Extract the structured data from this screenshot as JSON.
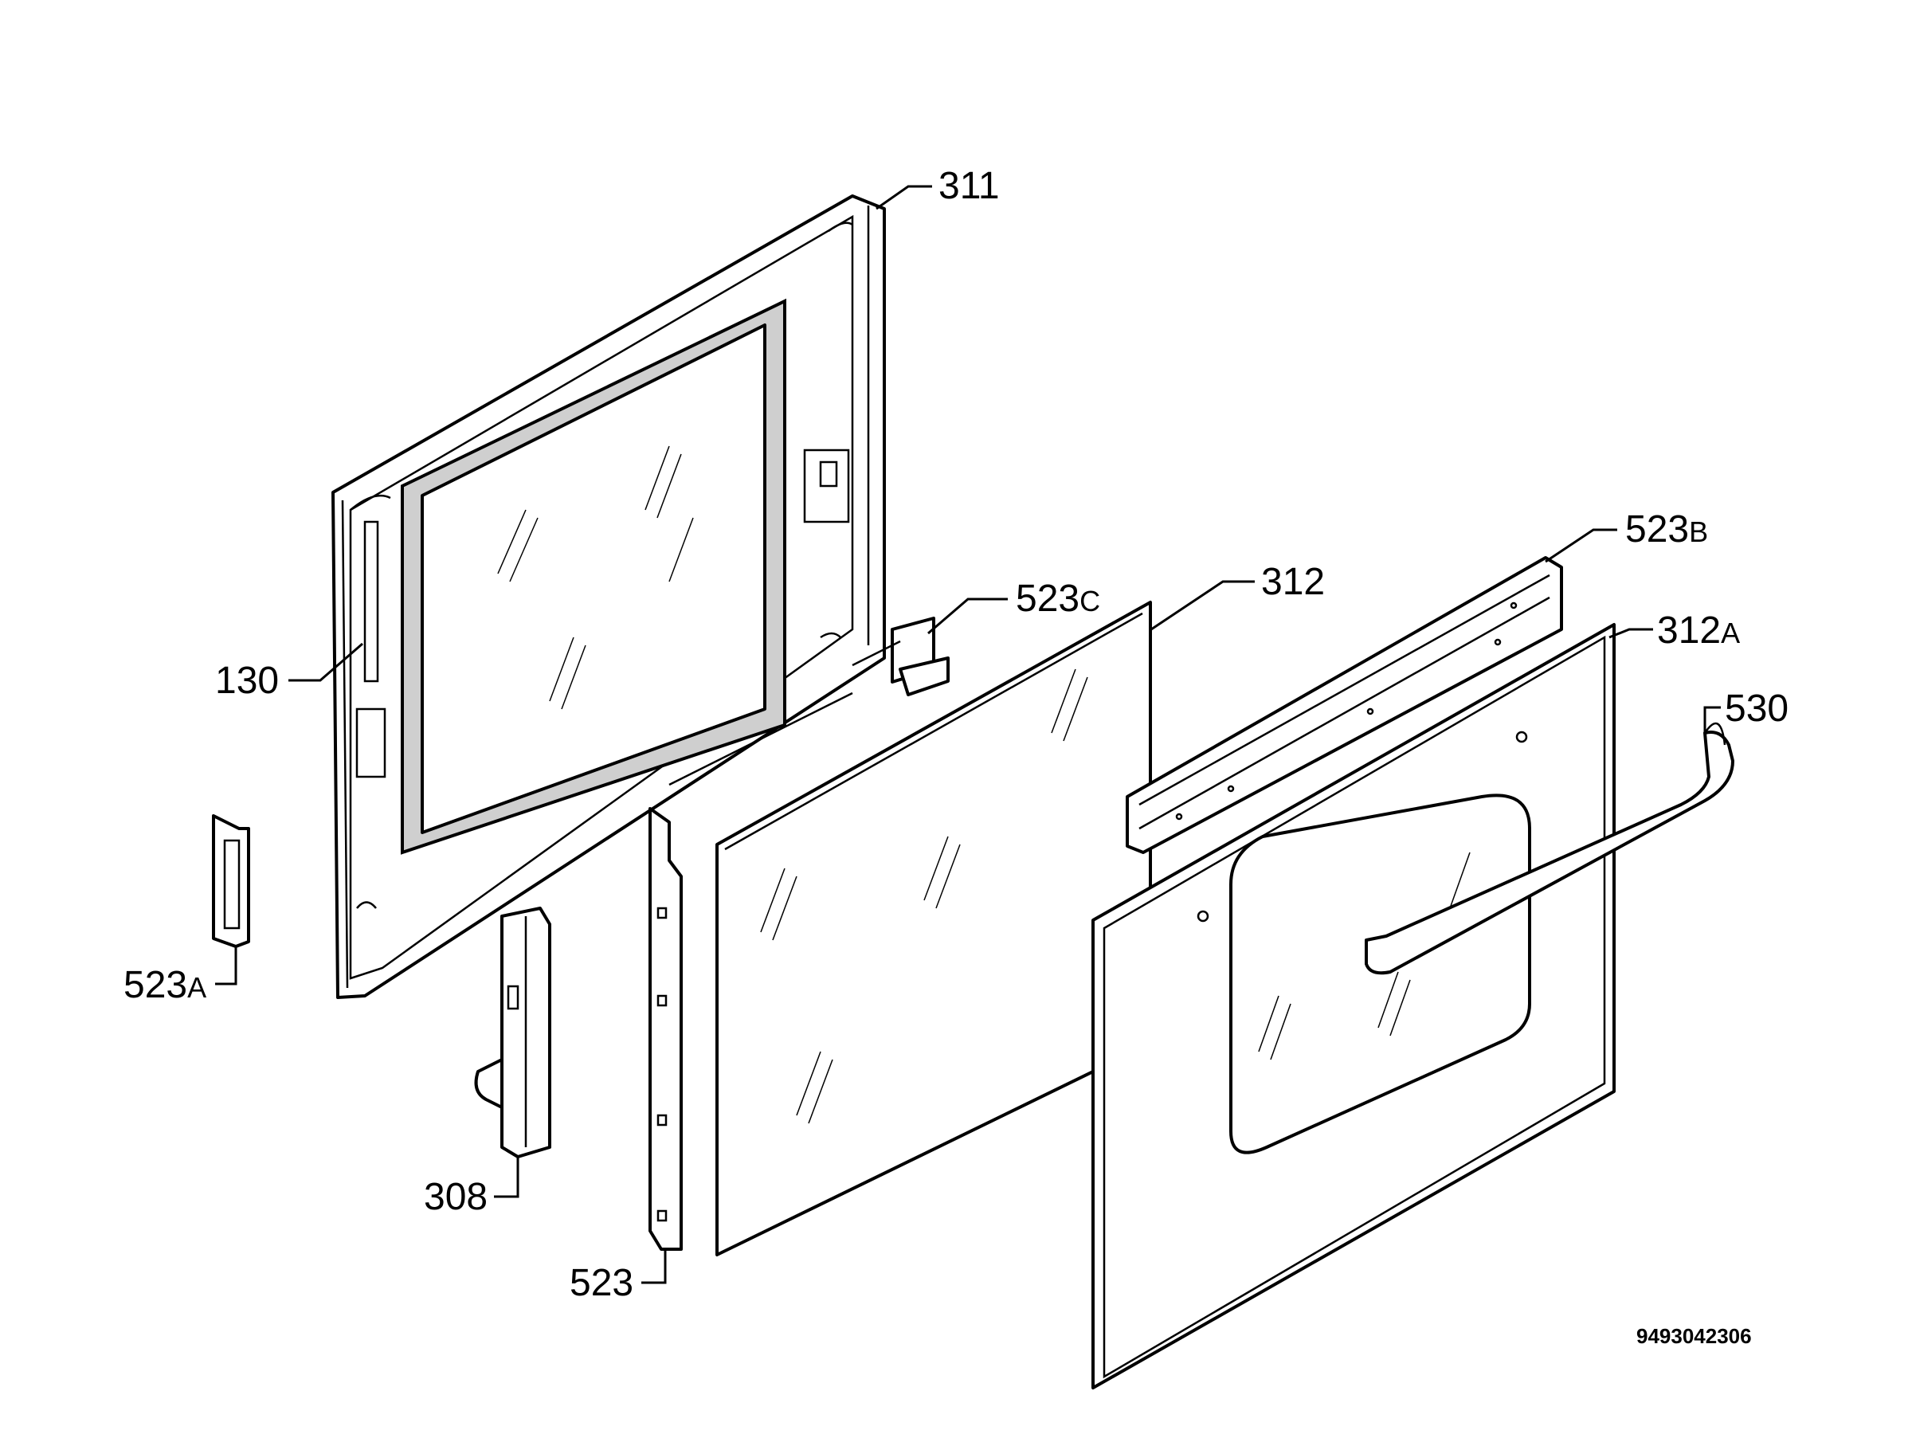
{
  "labels": {
    "p311": "311",
    "p130": "130",
    "p523c_num": "523",
    "p523c_suf": "C",
    "p312": "312",
    "p523b_num": "523",
    "p523b_suf": "B",
    "p312a_num": "312",
    "p312a_suf": "A",
    "p530": "530",
    "p523a_num": "523",
    "p523a_suf": "A",
    "p308": "308",
    "p523": "523"
  },
  "drawing_code": "9493042306",
  "colors": {
    "line": "#000000",
    "background": "#ffffff",
    "seal": "#cfcfcf"
  }
}
